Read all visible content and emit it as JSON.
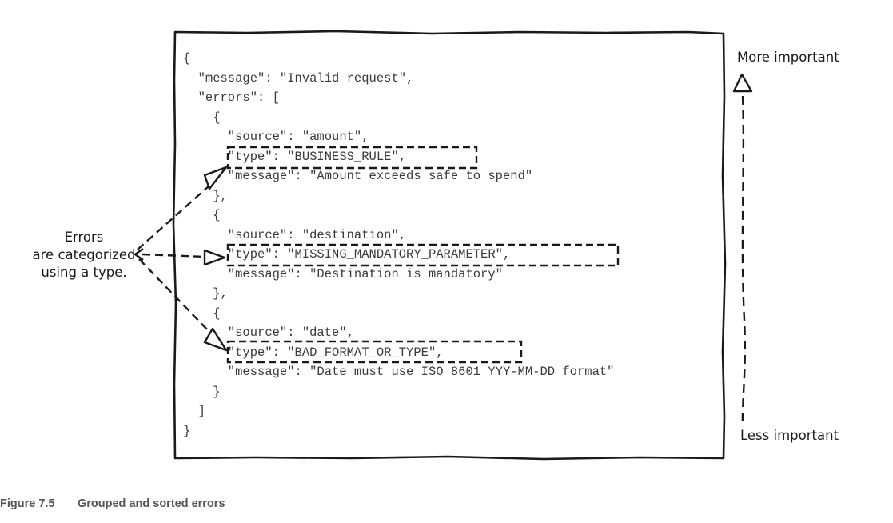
{
  "code_lines": [
    "{",
    "  \"message\": \"Invalid request\",",
    "  \"errors\": [",
    "    {",
    "      \"source\": \"amount\",",
    "      \"type\": \"BUSINESS_RULE\",",
    "      \"message\": \"Amount exceeds safe to spend\"",
    "    },",
    "    {",
    "      \"source\": \"destination\",",
    "      \"type\": \"MISSING_MANDATORY_PARAMETER\",",
    "      \"message\": \"Destination is mandatory\"",
    "    },",
    "    {",
    "      \"source\": \"date\",",
    "      \"type\": \"BAD_FORMAT_OR_TYPE\",",
    "      \"message\": \"Date must use ISO 8601 YYY-MM-DD format\"",
    "    }",
    "  ]",
    "}"
  ],
  "annotation_left": {
    "line1": "Errors",
    "line2": "are categorized",
    "line3": "using a type."
  },
  "scale": {
    "top_label": "More important",
    "bottom_label": "Less important"
  },
  "caption": {
    "number": "Figure 7.5",
    "title": "Grouped and sorted errors"
  }
}
